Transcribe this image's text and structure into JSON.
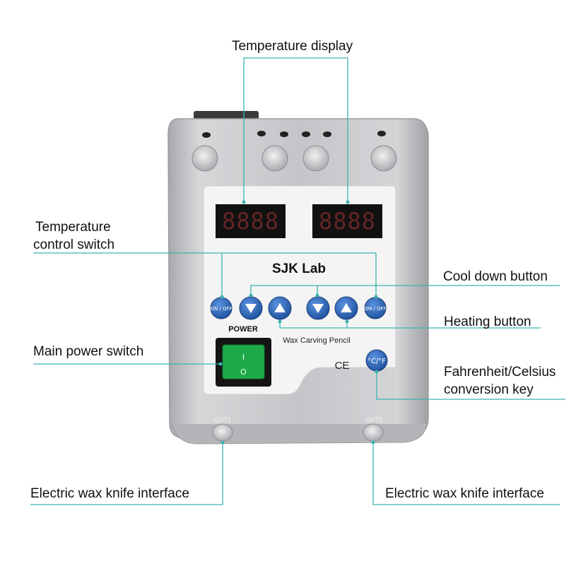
{
  "callouts": {
    "temperature_display": "Temperature display",
    "temperature_control_switch_line1": "Temperature",
    "temperature_control_switch_line2": "control switch",
    "cool_down_button": "Cool down button",
    "heating_button": "Heating button",
    "main_power_switch": "Main power switch",
    "fahrenheit_celsius_line1": "Fahrenheit/Celsius",
    "fahrenheit_celsius_line2": "conversion key",
    "wax_knife_interface_left": "Electric wax knife interface",
    "wax_knife_interface_right": "Electric wax knife interface"
  },
  "device": {
    "brand": "SJK Lab",
    "power_label": "POWER",
    "wax_pencil_label": "Wax Carving Pencil",
    "ce_mark": "CE",
    "display_left": "8888",
    "display_right": "8888",
    "on_off_label": "ON / OFF",
    "cf_key_label": "°C/°F",
    "switch_on_symbol": "I",
    "switch_off_symbol": "O",
    "port_out1": "OUT1",
    "port_out2": "OUT2"
  },
  "colors": {
    "leader_line": "#3bb3b0",
    "housing": "#c9cacc",
    "button_blue": "#2a66b8",
    "power_switch_green": "#1faa4a",
    "display_digits": "#ff4a4a"
  }
}
